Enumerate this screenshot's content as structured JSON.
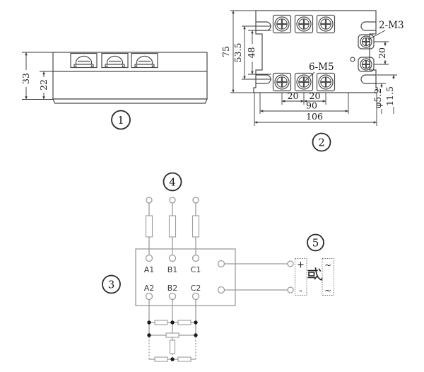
{
  "colors": {
    "outline": "#4a4a4a",
    "dimension": "#3a3a3a",
    "circuit": "#9b9b9b",
    "text": "#1a1a1a"
  },
  "side_view": {
    "label": "1",
    "dims": {
      "total_height": "33",
      "body_height": "22"
    }
  },
  "top_view": {
    "label": "2",
    "notes": {
      "m3": "2-M3",
      "m5": "6-M5"
    },
    "dims": {
      "height": "75",
      "slot_span": "53.5",
      "inner_span": "48",
      "m3_spacing": "20",
      "pitch1": "20",
      "pitch2": "20",
      "mount_width": "90",
      "total_width": "106",
      "slot_dia": "φ5.2",
      "slot_offset": "11.5"
    }
  },
  "wiring": {
    "label": "3",
    "input_label": "4",
    "control_label": "5",
    "terminals_top": [
      "A1",
      "B1",
      "C1"
    ],
    "terminals_bottom": [
      "A2",
      "B2",
      "C2"
    ],
    "dc_plus": "+",
    "dc_minus": "-",
    "ac_top": "~",
    "ac_bottom": "~",
    "or_label": "或"
  }
}
